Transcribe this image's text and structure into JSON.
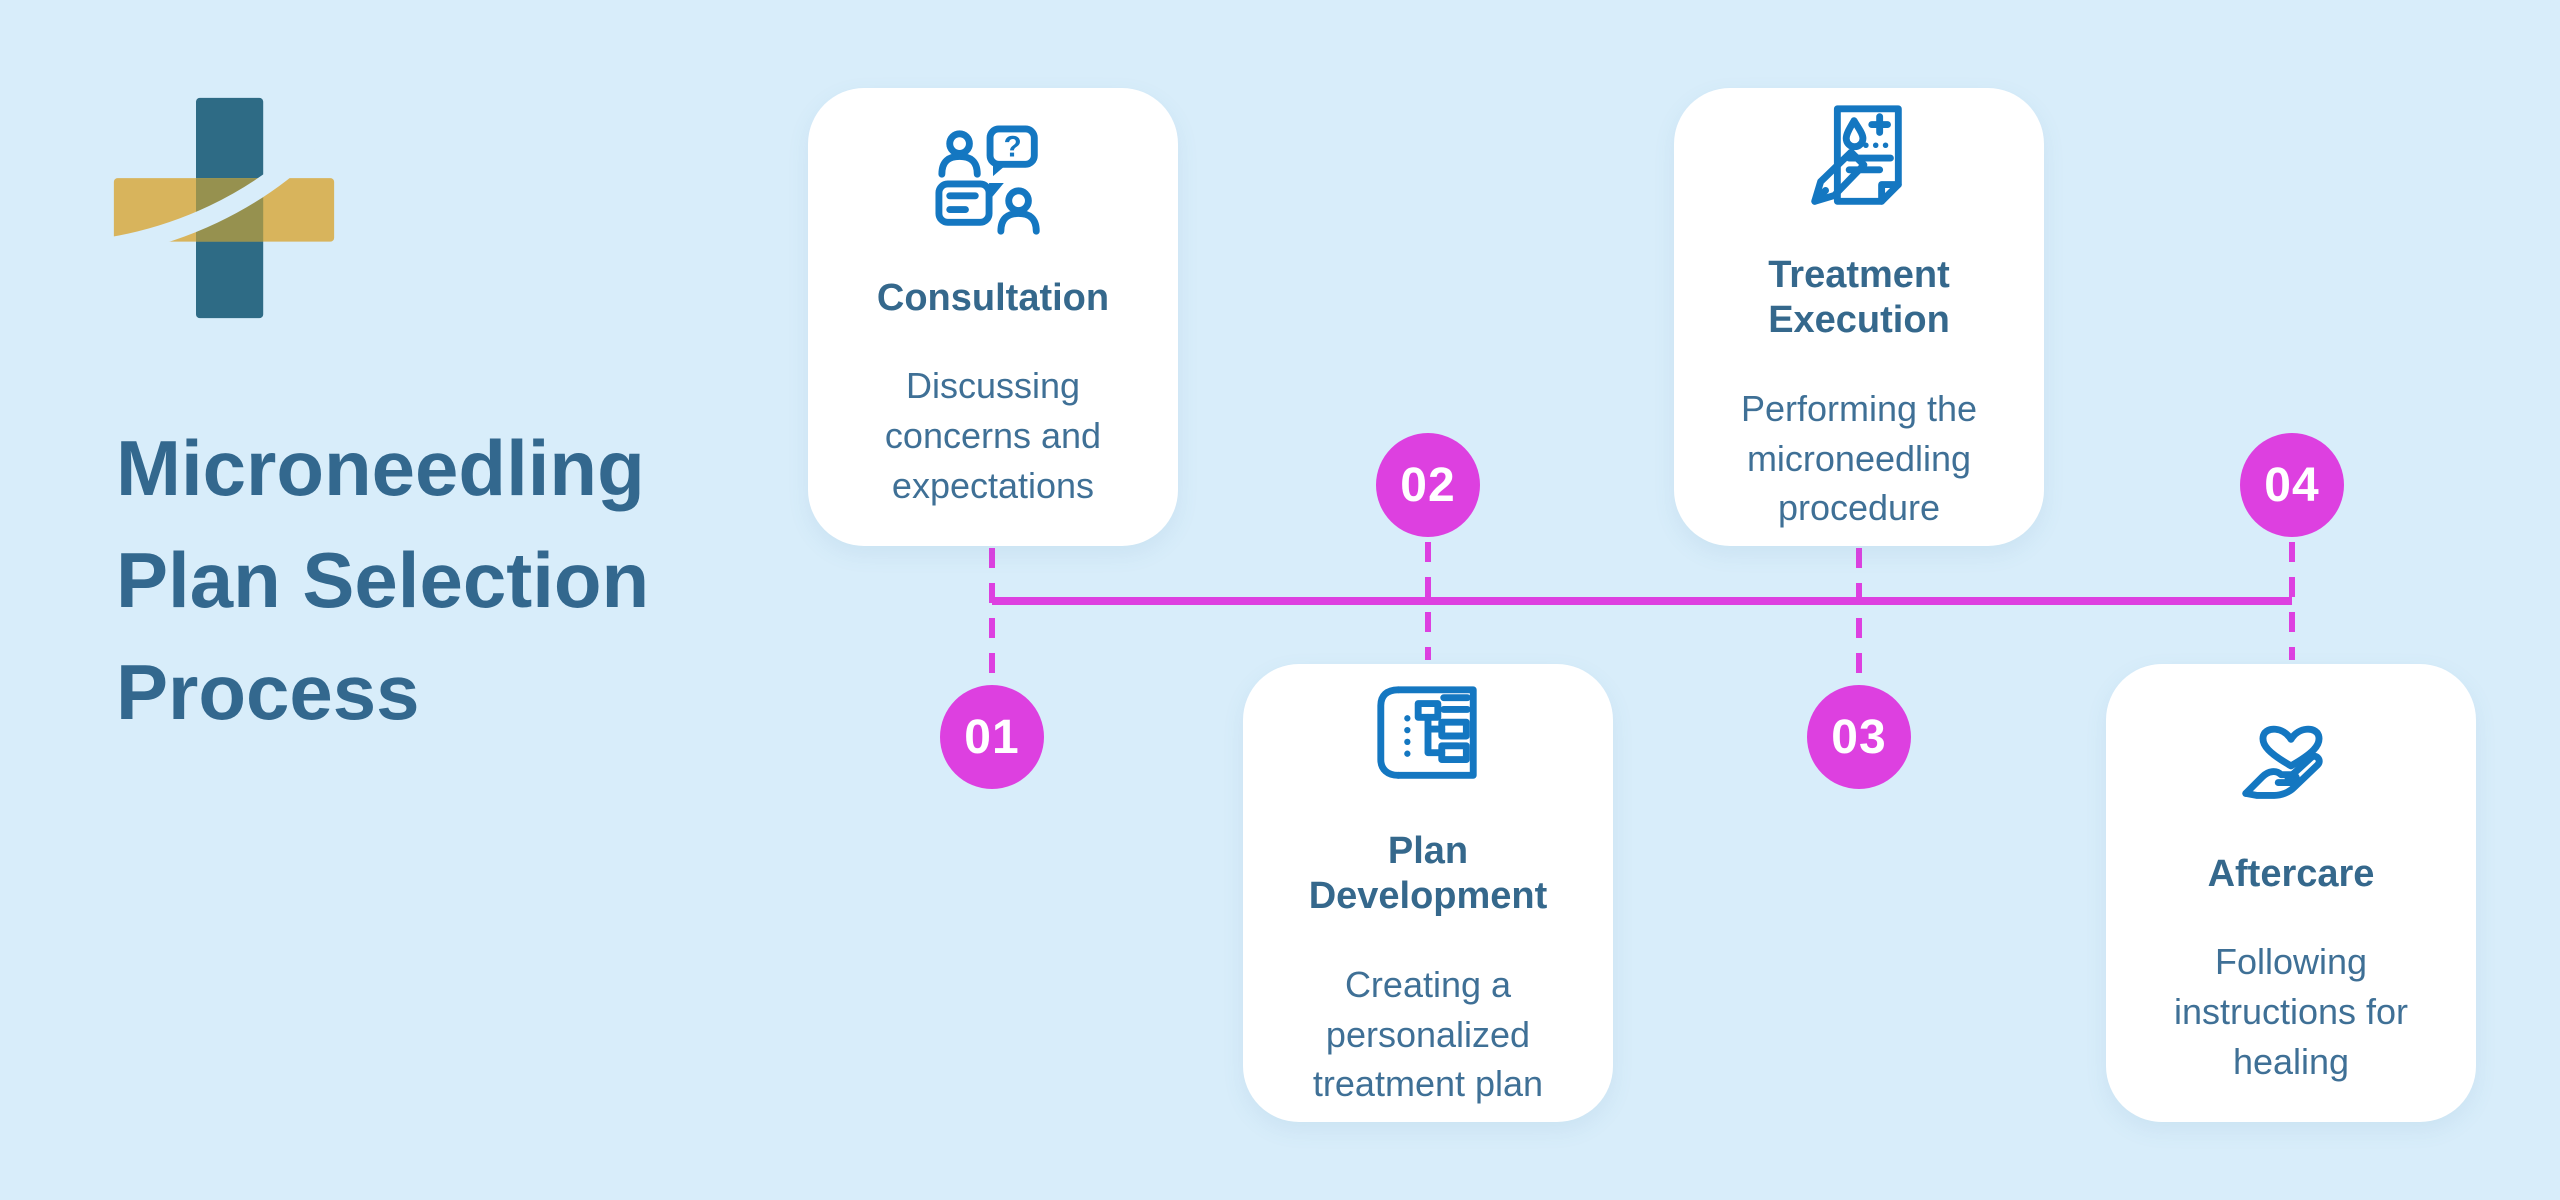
{
  "page": {
    "background_color": "#d8edfa",
    "title": "Microneedling Plan Selection Process"
  },
  "logo": {
    "name": "medical-cross-logo",
    "teal_color": "#2e6b85",
    "gold_color": "#d8b45c"
  },
  "timeline": {
    "accent_color": "#dd40e0",
    "style": "horizontal line with dashed connectors"
  },
  "steps": [
    {
      "number": "01",
      "title": "Consultation",
      "description": "Discussing concerns and expectations",
      "icon": "consultation-icon",
      "icon_glyph": "?",
      "position": "top"
    },
    {
      "number": "02",
      "title": "Plan Development",
      "description": "Creating a personalized treatment plan",
      "icon": "plan-development-icon",
      "position": "bottom"
    },
    {
      "number": "03",
      "title": "Treatment Execution",
      "description": "Performing the microneedling procedure",
      "icon": "treatment-execution-icon",
      "position": "top"
    },
    {
      "number": "04",
      "title": "Aftercare",
      "description": "Following instructions for healing",
      "icon": "aftercare-icon",
      "position": "bottom"
    }
  ],
  "colors": {
    "icon_blue": "#1477c1",
    "heading_teal": "#35688c",
    "body_text": "#3f7096",
    "title_color": "#33688e",
    "accent_magenta": "#dd40e0",
    "card_background": "#ffffff"
  }
}
